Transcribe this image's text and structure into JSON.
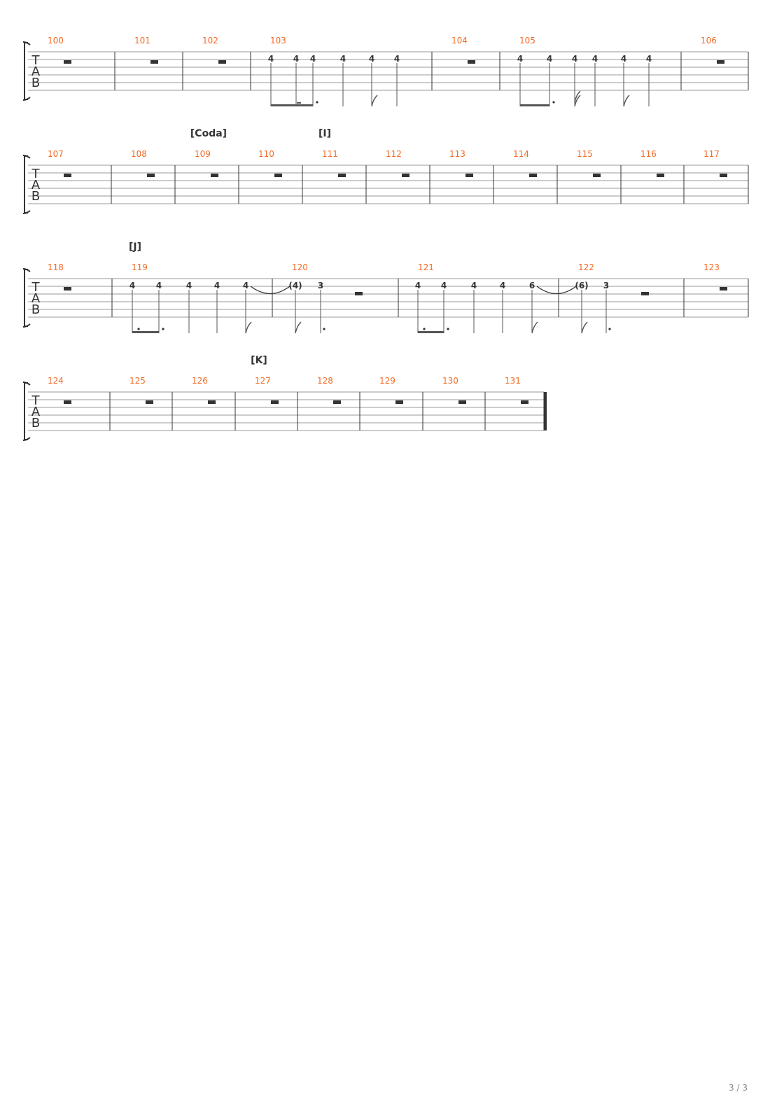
{
  "page": {
    "number": "3 / 3"
  },
  "colors": {
    "measure_number": "#f26b25",
    "ink": "#333333",
    "line": "#999999"
  },
  "tab_label": [
    "T",
    "A",
    "B"
  ],
  "systems": [
    {
      "measures": [
        {
          "number": "100",
          "rest": true
        },
        {
          "number": "101",
          "rest": true
        },
        {
          "number": "102",
          "rest": true
        },
        {
          "number": "103",
          "rest": false,
          "notes": [
            "4",
            "4",
            "4",
            "4",
            "4",
            "4"
          ]
        },
        {
          "number": "104",
          "rest": true
        },
        {
          "number": "105",
          "rest": false,
          "notes": [
            "4",
            "4",
            "4",
            "4",
            "4",
            "4"
          ]
        },
        {
          "number": "106",
          "rest": true
        }
      ],
      "sections": []
    },
    {
      "measures": [
        {
          "number": "107",
          "rest": true
        },
        {
          "number": "108",
          "rest": true
        },
        {
          "number": "109",
          "rest": true
        },
        {
          "number": "110",
          "rest": true
        },
        {
          "number": "111",
          "rest": true
        },
        {
          "number": "112",
          "rest": true
        },
        {
          "number": "113",
          "rest": true
        },
        {
          "number": "114",
          "rest": true
        },
        {
          "number": "115",
          "rest": true
        },
        {
          "number": "116",
          "rest": true
        },
        {
          "number": "117",
          "rest": true
        }
      ],
      "sections": [
        "[Coda]",
        "[I]"
      ]
    },
    {
      "measures": [
        {
          "number": "118",
          "rest": true
        },
        {
          "number": "119",
          "rest": false,
          "notes": [
            "4",
            "4",
            "4",
            "4",
            "4"
          ]
        },
        {
          "number": "120",
          "rest": false,
          "notes": [
            "(4)",
            "3"
          ]
        },
        {
          "number": "121",
          "rest": false,
          "notes": [
            "4",
            "4",
            "4",
            "4",
            "6"
          ]
        },
        {
          "number": "122",
          "rest": false,
          "notes": [
            "(6)",
            "3"
          ]
        },
        {
          "number": "123",
          "rest": true
        }
      ],
      "sections": [
        "[J]"
      ]
    },
    {
      "measures": [
        {
          "number": "124",
          "rest": true
        },
        {
          "number": "125",
          "rest": true
        },
        {
          "number": "126",
          "rest": true
        },
        {
          "number": "127",
          "rest": true
        },
        {
          "number": "128",
          "rest": true
        },
        {
          "number": "129",
          "rest": true
        },
        {
          "number": "130",
          "rest": true
        },
        {
          "number": "131",
          "rest": true
        }
      ],
      "sections": [
        "[K]"
      ]
    }
  ]
}
